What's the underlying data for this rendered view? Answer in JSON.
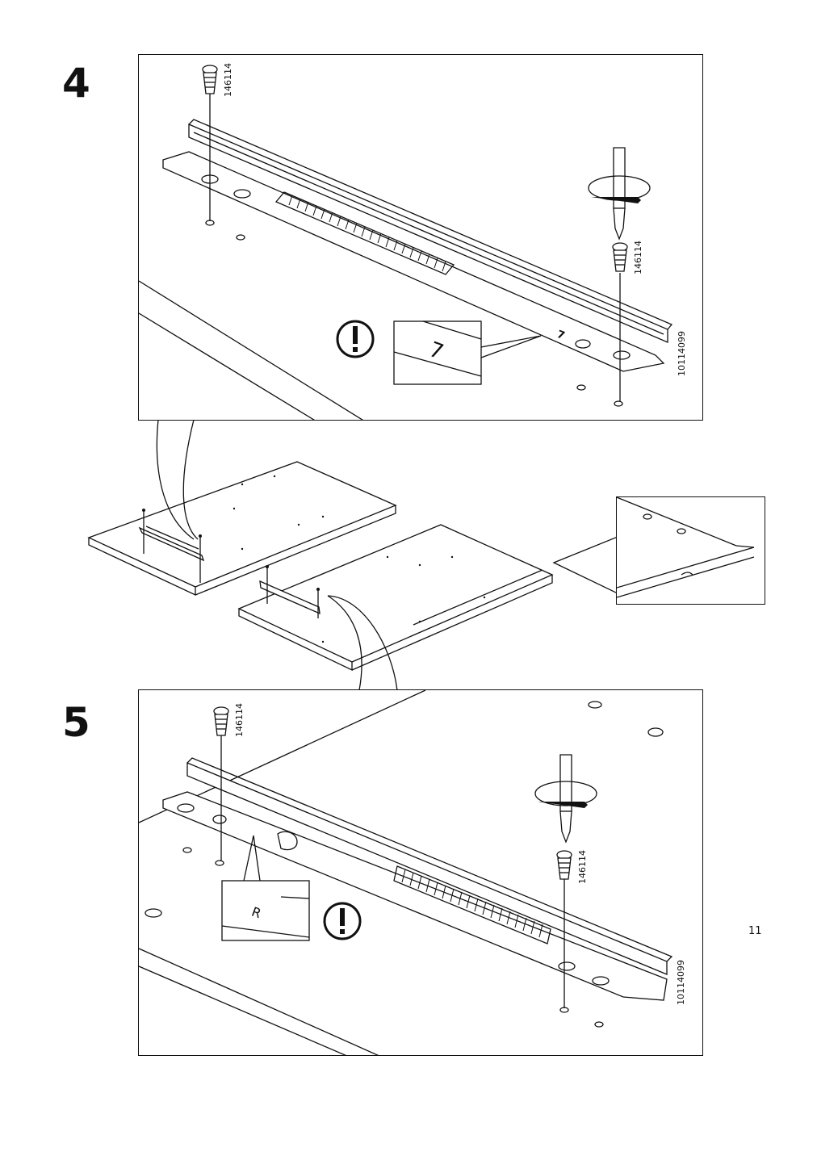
{
  "steps": [
    {
      "number": "4",
      "part_number": "146114",
      "article_number": "10114099",
      "inset_marking": "7",
      "rail_marking": "7"
    },
    {
      "number": "5",
      "part_number": "146114",
      "article_number": "10114099",
      "inset_marking": "R"
    }
  ],
  "page_number": "11"
}
